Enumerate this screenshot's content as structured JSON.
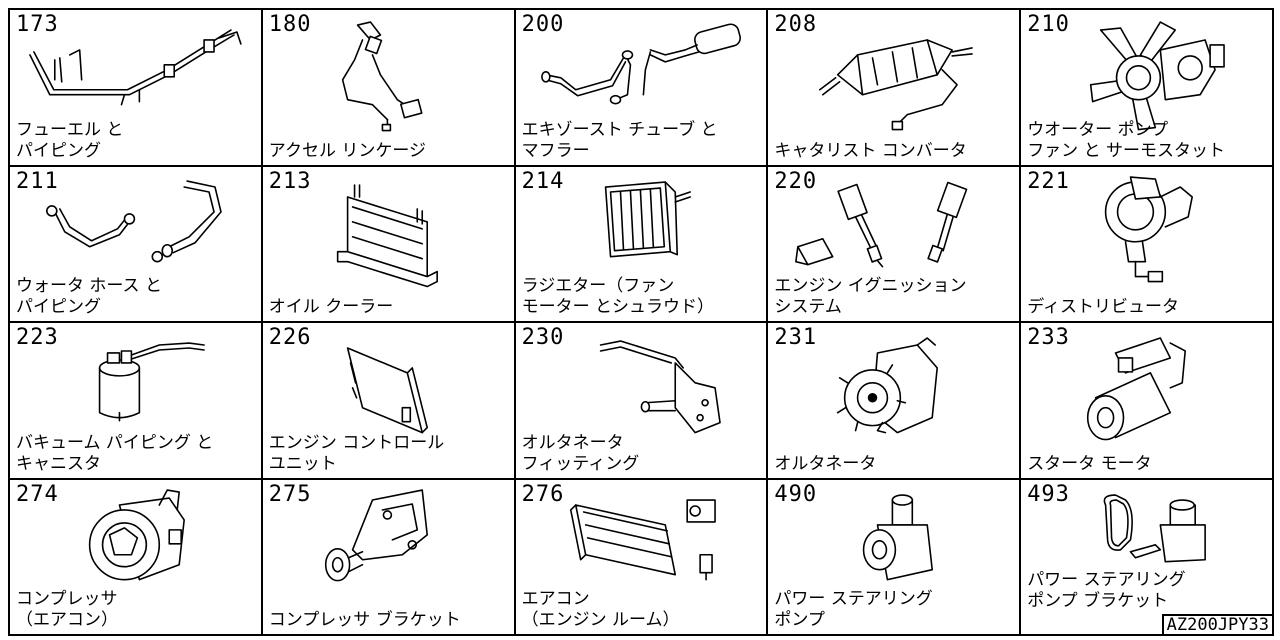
{
  "diagram_code": "AZ200JPY33",
  "cells": [
    {
      "number": "173",
      "lines": [
        "フューエル と",
        "パイピング"
      ],
      "icon": "fuel-piping-icon"
    },
    {
      "number": "180",
      "lines": [
        "",
        "アクセル リンケージ"
      ],
      "icon": "accelerator-linkage-icon"
    },
    {
      "number": "200",
      "lines": [
        "エキゾースト チューブ と",
        "マフラー"
      ],
      "icon": "exhaust-muffler-icon"
    },
    {
      "number": "208",
      "lines": [
        "",
        "キャタリスト コンバータ"
      ],
      "icon": "catalytic-converter-icon"
    },
    {
      "number": "210",
      "lines": [
        "ウオーター ポンプ",
        "ファン と サーモスタット"
      ],
      "icon": "water-pump-fan-icon"
    },
    {
      "number": "211",
      "lines": [
        "ウォータ ホース と",
        "パイピング"
      ],
      "icon": "water-hose-icon"
    },
    {
      "number": "213",
      "lines": [
        "",
        "オイル クーラー"
      ],
      "icon": "oil-cooler-icon"
    },
    {
      "number": "214",
      "lines": [
        "ラジエター（ファン",
        "モーター とシュラウド）"
      ],
      "icon": "radiator-icon"
    },
    {
      "number": "220",
      "lines": [
        "エンジン イグニッション",
        "システム"
      ],
      "icon": "ignition-system-icon"
    },
    {
      "number": "221",
      "lines": [
        "",
        "ディストリビュータ"
      ],
      "icon": "distributor-icon"
    },
    {
      "number": "223",
      "lines": [
        "バキューム パイピング と",
        "キャニスタ"
      ],
      "icon": "vacuum-canister-icon"
    },
    {
      "number": "226",
      "lines": [
        "エンジン コントロール",
        "ユニット"
      ],
      "icon": "engine-control-unit-icon"
    },
    {
      "number": "230",
      "lines": [
        "オルタネータ",
        "フィッティング"
      ],
      "icon": "alternator-bracket-icon"
    },
    {
      "number": "231",
      "lines": [
        "",
        "オルタネータ"
      ],
      "icon": "alternator-icon"
    },
    {
      "number": "233",
      "lines": [
        "",
        "スタータ モータ"
      ],
      "icon": "starter-motor-icon"
    },
    {
      "number": "274",
      "lines": [
        "コンプレッサ",
        "（エアコン）"
      ],
      "icon": "ac-compressor-icon"
    },
    {
      "number": "275",
      "lines": [
        "",
        "コンプレッサ ブラケット"
      ],
      "icon": "compressor-bracket-icon"
    },
    {
      "number": "276",
      "lines": [
        "エアコン",
        "（エンジン ルーム）"
      ],
      "icon": "ac-condenser-icon"
    },
    {
      "number": "490",
      "lines": [
        "パワー ステアリング",
        "ポンプ"
      ],
      "icon": "power-steering-pump-icon"
    },
    {
      "number": "493",
      "lines": [
        "パワー ステアリング",
        "ポンプ ブラケット"
      ],
      "icon": "ps-pump-bracket-icon"
    }
  ]
}
